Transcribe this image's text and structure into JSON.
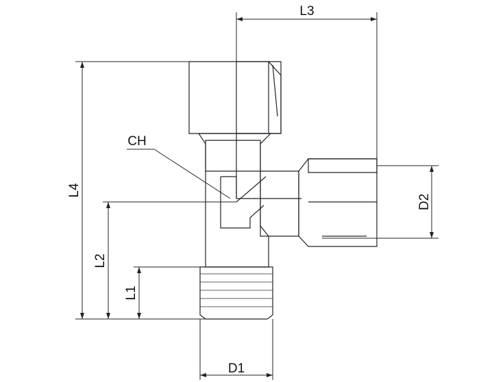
{
  "labels": {
    "l1": "L1",
    "l2": "L2",
    "l3": "L3",
    "l4": "L4",
    "d1": "D1",
    "d2": "D2",
    "ch": "CH"
  },
  "colors": {
    "body_dark": "#3a3f45",
    "body_mid": "#4a5058",
    "body_light": "#5c636c",
    "highlight": "#6e757e",
    "line": "#222222",
    "background": "#ffffff"
  }
}
